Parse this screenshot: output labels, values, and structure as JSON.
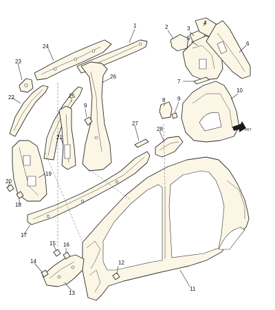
{
  "diagram": {
    "callouts": {
      "c1": "1",
      "c2": "2",
      "c3": "3",
      "c4": "4",
      "c5": "5",
      "c6": "6",
      "c7": "7",
      "c8": "8",
      "c9a": "9",
      "c9b": "9",
      "c10": "10",
      "c11": "11",
      "c12": "12",
      "c13": "13",
      "c14": "14",
      "c15": "15",
      "c16": "16",
      "c17": "17",
      "c18": "18",
      "c19": "19",
      "c20": "20",
      "c21": "21",
      "c22": "22",
      "c23": "23",
      "c24": "24",
      "c25": "25",
      "c26": "26",
      "c27": "27",
      "c28": "28"
    },
    "direction_label": "FRT",
    "colors": {
      "part_fill": "#fbf6e6",
      "line": "#2b2b2b"
    }
  }
}
